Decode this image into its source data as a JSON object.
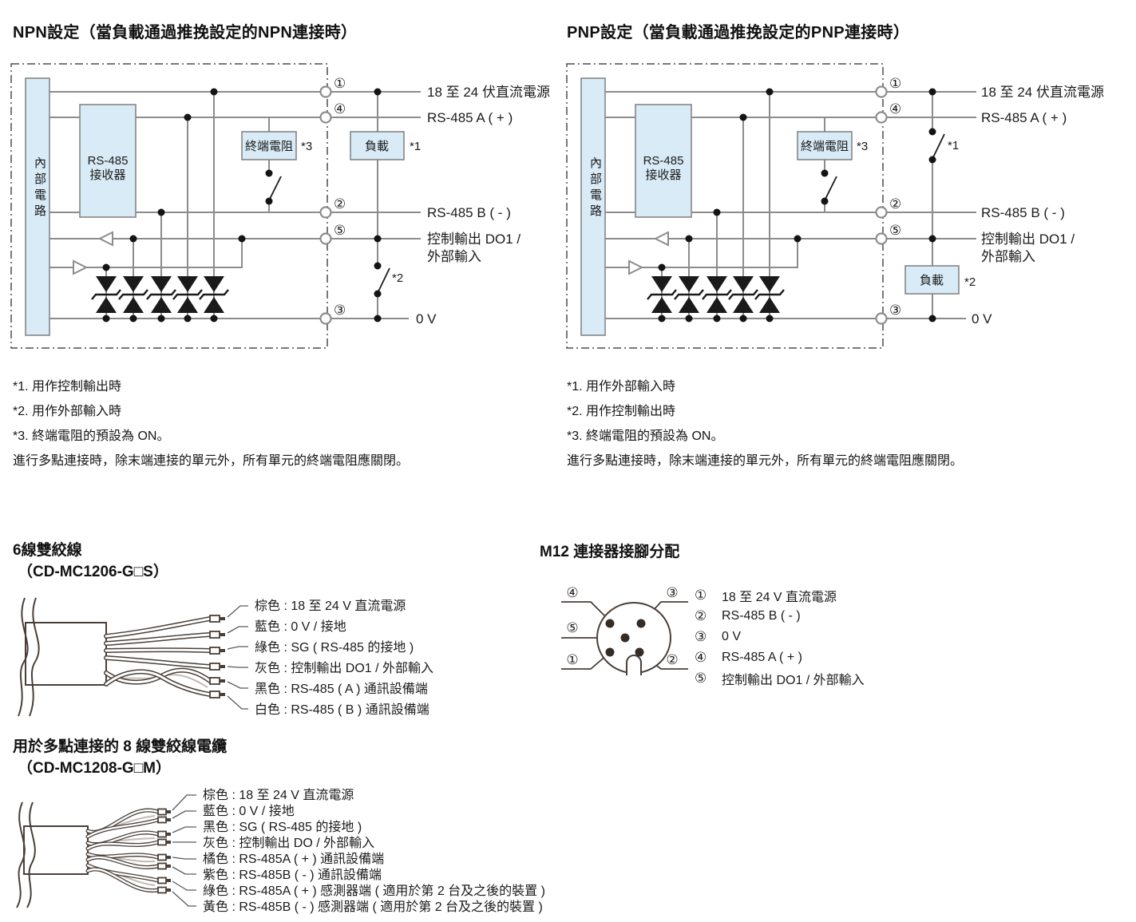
{
  "colors": {
    "box_fill": "#d8ebf6",
    "wire_gray": "#8c8c8c",
    "cable_stroke": "#493f39",
    "text": "#1a1a1a"
  },
  "npn": {
    "title": "NPN設定（當負載通過推挽設定的NPN連接時）",
    "internal_box": "內部電路",
    "receiver_line1": "RS-485",
    "receiver_line2": "接收器",
    "terminator": "終端電阻",
    "terminator_note": "*3",
    "load": "負載",
    "load_note": "*1",
    "switch_note": "*2",
    "terminals": [
      {
        "pin": "①",
        "label": "18 至 24 伏直流電源"
      },
      {
        "pin": "④",
        "label": "RS-485 A ( + )"
      },
      {
        "pin": "②",
        "label": "RS-485 B ( - )"
      },
      {
        "pin": "⑤",
        "label": "控制輸出 DO1 /",
        "label2": "外部輸入"
      },
      {
        "pin": "③",
        "label": "0 V"
      }
    ],
    "notes": [
      "*1. 用作控制輸出時",
      "*2. 用作外部輸入時",
      "*3. 終端電阻的預設為 ON。",
      "進行多點連接時，除末端連接的單元外，所有單元的終端電阻應關閉。"
    ]
  },
  "pnp": {
    "title": "PNP設定（當負載通過推挽設定的PNP連接時）",
    "internal_box": "內部電路",
    "receiver_line1": "RS-485",
    "receiver_line2": "接收器",
    "terminator": "終端電阻",
    "terminator_note": "*3",
    "load": "負載",
    "load_note": "*2",
    "switch_note": "*1",
    "terminals": [
      {
        "pin": "①",
        "label": "18 至 24 伏直流電源"
      },
      {
        "pin": "④",
        "label": "RS-485 A ( + )"
      },
      {
        "pin": "②",
        "label": "RS-485 B ( - )"
      },
      {
        "pin": "⑤",
        "label": "控制輸出 DO1 /",
        "label2": "外部輸入"
      },
      {
        "pin": "③",
        "label": "0 V"
      }
    ],
    "notes": [
      "*1. 用作外部輸入時",
      "*2. 用作控制輸出時",
      "*3. 終端電阻的預設為 ON。",
      "進行多點連接時，除末端連接的單元外，所有單元的終端電阻應關閉。"
    ]
  },
  "cable6": {
    "title": "6線雙絞線",
    "subtitle": "（CD-MC1206-G□S）",
    "wires": [
      "棕色 : 18 至 24 V 直流電源",
      "藍色 : 0 V / 接地",
      "綠色 : SG ( RS-485 的接地 )",
      "灰色 : 控制輸出 DO1 / 外部輸入",
      "黑色 : RS-485 ( A ) 通訊設備端",
      "白色 : RS-485 ( B ) 通訊設備端"
    ]
  },
  "m12": {
    "title": "M12 連接器接腳分配",
    "diagram_pins": {
      "p1": "①",
      "p2": "②",
      "p3": "③",
      "p4": "④",
      "p5": "⑤"
    },
    "pins": [
      {
        "pin": "①",
        "label": "18 至 24 V 直流電源"
      },
      {
        "pin": "②",
        "label": "RS-485 B ( - )"
      },
      {
        "pin": "③",
        "label": "0 V"
      },
      {
        "pin": "④",
        "label": "RS-485 A ( + )"
      },
      {
        "pin": "⑤",
        "label": "控制輸出 DO1 / 外部輸入"
      }
    ]
  },
  "cable8": {
    "title": "用於多點連接的 8 線雙絞線電纜",
    "subtitle": "（CD-MC1208-G□M）",
    "wires": [
      "棕色 : 18 至 24 V 直流電源",
      "藍色 : 0 V / 接地",
      "黑色 : SG ( RS-485 的接地 )",
      "灰色 : 控制輸出 DO / 外部輸入",
      "橘色 : RS-485A ( + ) 通訊設備端",
      "紫色 : RS-485B ( - ) 通訊設備端",
      "綠色 : RS-485A ( + ) 感測器端 ( 適用於第 2 台及之後的裝置 )",
      "黃色 : RS-485B ( - ) 感測器端 ( 適用於第 2 台及之後的裝置 )"
    ]
  }
}
